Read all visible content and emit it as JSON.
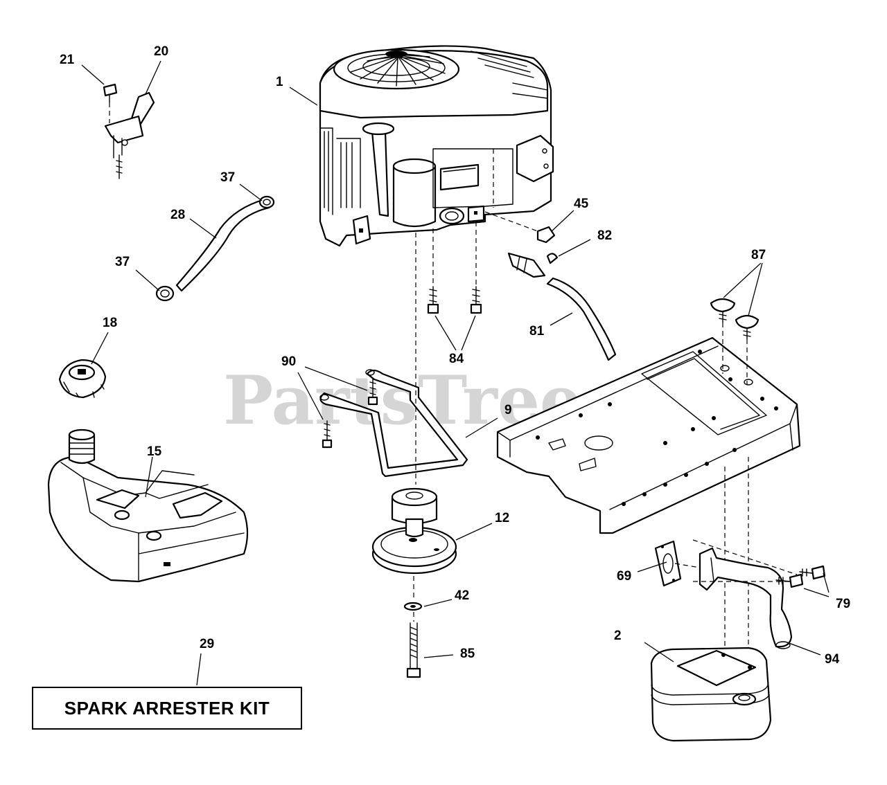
{
  "watermark": "PartsTree",
  "kit_box": {
    "label": "SPARK ARRESTER KIT"
  },
  "callouts": {
    "c1": "1",
    "c2": "2",
    "c9": "9",
    "c12": "12",
    "c15": "15",
    "c18": "18",
    "c20": "20",
    "c21": "21",
    "c28": "28",
    "c29": "29",
    "c37a": "37",
    "c37b": "37",
    "c42": "42",
    "c45": "45",
    "c69": "69",
    "c79": "79",
    "c81": "81",
    "c82": "82",
    "c84": "84",
    "c85": "85",
    "c87": "87",
    "c90": "90",
    "c94": "94"
  },
  "parts": {
    "engine": "engine-icon",
    "throttle_control": "throttle-control-icon",
    "fuel_line": "fuel-line-icon",
    "hose_clamp": "hose-clamp-icon",
    "fuel_cap": "fuel-cap-icon",
    "fuel_tank": "fuel-tank-icon",
    "belt_guide": "belt-guide-icon",
    "pulley": "engine-pulley-icon",
    "washer": "washer-icon",
    "bolt": "bolt-icon",
    "drain_valve": "oil-drain-valve-icon",
    "drain_hose": "oil-drain-hose-icon",
    "chassis": "chassis-frame-icon",
    "exhaust_pipe": "exhaust-pipe-icon",
    "gasket": "exhaust-gasket-icon",
    "muffler": "muffler-icon"
  }
}
